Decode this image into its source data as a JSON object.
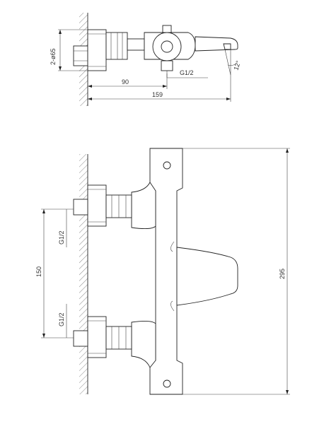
{
  "top_view": {
    "dim_diameter": "2-ø65",
    "dim_thread": "G1/2",
    "dim_inner": "90",
    "dim_total": "159",
    "dim_angle": "12°"
  },
  "front_view": {
    "dim_thread_upper": "G1/2",
    "dim_thread_lower": "G1/2",
    "dim_spacing": "150",
    "dim_height": "295"
  }
}
